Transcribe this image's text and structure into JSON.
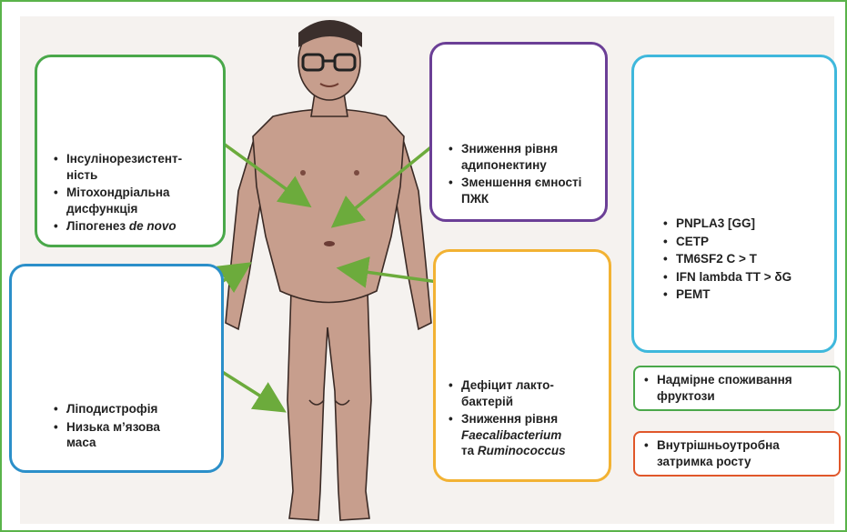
{
  "liver_box": {
    "items": [
      {
        "text": "Інсулінорезистент-\nність"
      },
      {
        "text": "Мітохондріальна\nдисфункція"
      },
      {
        "text": "Ліпогенез ",
        "italic": "de novo"
      }
    ]
  },
  "vessel_box": {
    "items": [
      {
        "text": "Ліподистрофія"
      },
      {
        "text": "Низька м’язова\nмаса"
      }
    ]
  },
  "fat_box": {
    "items": [
      {
        "text": "Зниження рівня\nадипонектину"
      },
      {
        "text": "Зменшення ємності\nПЖК"
      }
    ]
  },
  "gut_box": {
    "items": [
      {
        "text": "Дефіцит лакто-\nбактерій"
      },
      {
        "text": "Зниження рівня\n",
        "italic": "Faecalibacterium",
        "mid": "\nта ",
        "italic2": "Ruminococcus"
      }
    ]
  },
  "gene_box": {
    "items": [
      {
        "text": "PNPLA3 [GG]"
      },
      {
        "text": "CETP"
      },
      {
        "text": "TM6SF2 C > T"
      },
      {
        "text": "IFN lambda TT > δG"
      },
      {
        "text": "PEMT"
      }
    ]
  },
  "fructose_box": {
    "items": [
      {
        "text": "Надмірне споживання\nфруктози"
      }
    ]
  },
  "growth_box": {
    "items": [
      {
        "text": "Внутрішньоутробна\nзатримка росту"
      }
    ]
  },
  "colors": {
    "green": "#4aa84a",
    "blue": "#2b8fc9",
    "purple": "#6b3f96",
    "gold": "#f2b233",
    "cyan": "#3fb8dc",
    "orange": "#e0572a",
    "arrow": "#6cab3c",
    "skin": "#c79e8d"
  }
}
